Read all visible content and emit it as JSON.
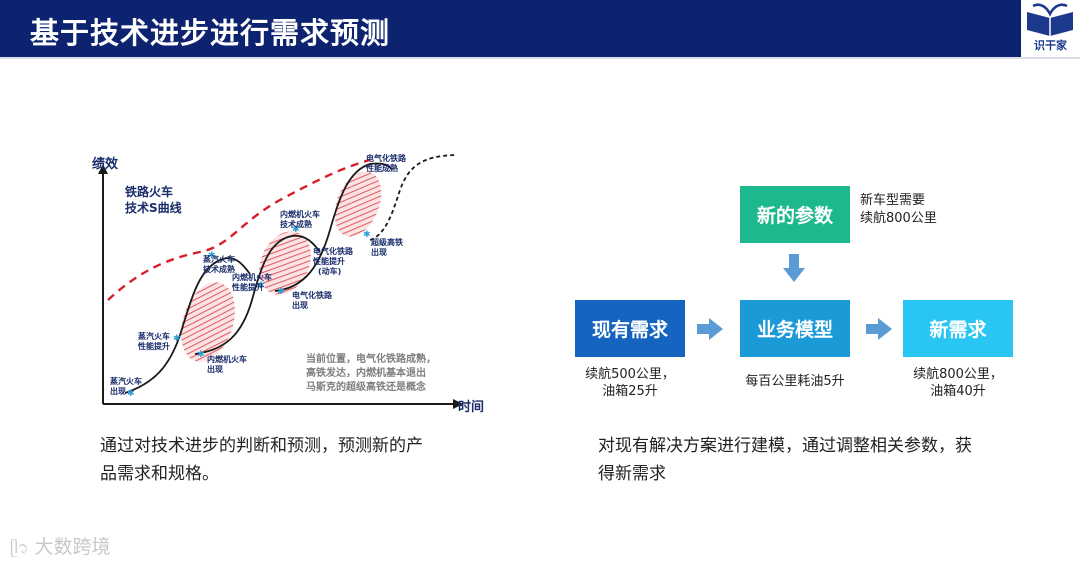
{
  "header": {
    "title": "基于技术进步进行需求预测",
    "logo_text": "识干家"
  },
  "left": {
    "y_axis_label": "绩效",
    "x_axis_label": "时间",
    "curve_title_1": "铁路火车",
    "curve_title_2": "技术S曲线",
    "labels": {
      "steam_appear": [
        "蒸汽火车",
        "出现"
      ],
      "steam_improve": [
        "蒸汽火车",
        "性能提升"
      ],
      "steam_mature": [
        "蒸汽火车",
        "技术成熟"
      ],
      "diesel_appear": [
        "内燃机火车",
        "出现"
      ],
      "diesel_improve": [
        "内燃机火车",
        "性能提升"
      ],
      "diesel_mature": [
        "内燃机火车",
        "技术成熟"
      ],
      "electric_appear": [
        "电气化铁路",
        "出现"
      ],
      "electric_improve": [
        "电气化铁路",
        "性能提升",
        "(动车)"
      ],
      "electric_mature": [
        "电气化铁路",
        "性能成熟"
      ],
      "hsr_appear": [
        "超级高铁",
        "出现"
      ]
    },
    "note": [
      "当前位置，电气化铁路成熟，",
      "高铁发达，内燃机基本退出",
      "马斯克的超级高铁还是概念"
    ],
    "description_1": "通过对技术进步的判断和预测，预测新的产",
    "description_2": "品需求和规格。"
  },
  "right": {
    "params_box": "新的参数",
    "params_note_1": "新车型需要",
    "params_note_2": "续航800公里",
    "current_box": "现有需求",
    "current_sub_1": "续航500公里，",
    "current_sub_2": "油箱25升",
    "model_box": "业务模型",
    "model_sub": "每百公里耗油5升",
    "new_box": "新需求",
    "new_sub_1": "续航800公里，",
    "new_sub_2": "油箱40升",
    "description_1": "对现有解决方案进行建模，通过调整相关参数，获",
    "description_2": "得新需求"
  },
  "watermark": "大数跨境",
  "colors": {
    "header": "#0d2370",
    "current": "#1565c0",
    "model": "#1a9bd7",
    "new": "#29c6f4",
    "params": "#1db88e",
    "arrow": "#5b9bd5"
  }
}
